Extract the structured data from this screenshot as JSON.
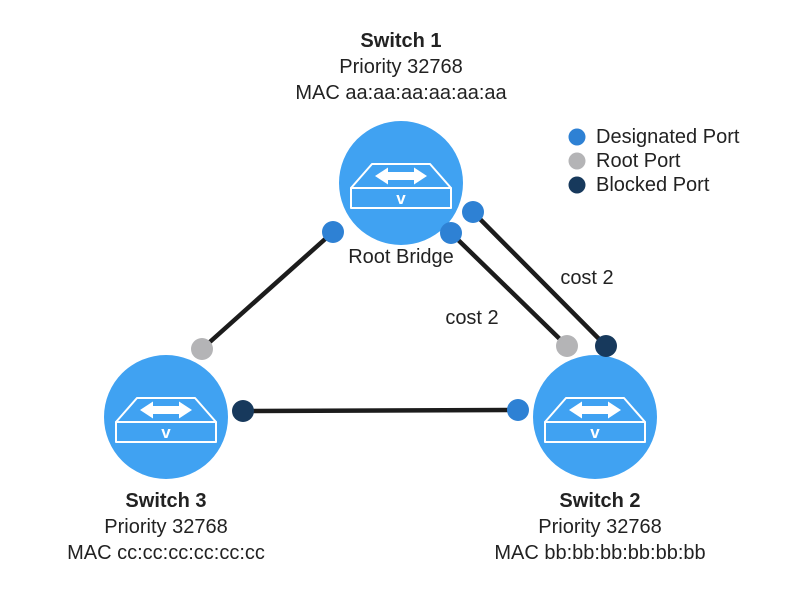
{
  "switches": [
    {
      "name": "Switch 1",
      "priority": "Priority 32768",
      "mac": "MAC aa:aa:aa:aa:aa:aa"
    },
    {
      "name": "Switch 2",
      "priority": "Priority 32768",
      "mac": "MAC bb:bb:bb:bb:bb:bb"
    },
    {
      "name": "Switch 3",
      "priority": "Priority 32768",
      "mac": "MAC cc:cc:cc:cc:cc:cc"
    }
  ],
  "annotations": {
    "root_bridge": "Root Bridge",
    "cost_upper": "cost 2",
    "cost_lower": "cost 2"
  },
  "legend": {
    "items": [
      {
        "label": "Designated Port",
        "color": "#2e81d4"
      },
      {
        "label": "Root Port",
        "color": "#b4b4b6"
      },
      {
        "label": "Blocked Port",
        "color": "#17395c"
      }
    ]
  },
  "icon": {
    "glyph_v": "v"
  },
  "colors": {
    "switch_fill": "#40a2f2",
    "link": "#1c1c1c",
    "text": "#222222"
  }
}
